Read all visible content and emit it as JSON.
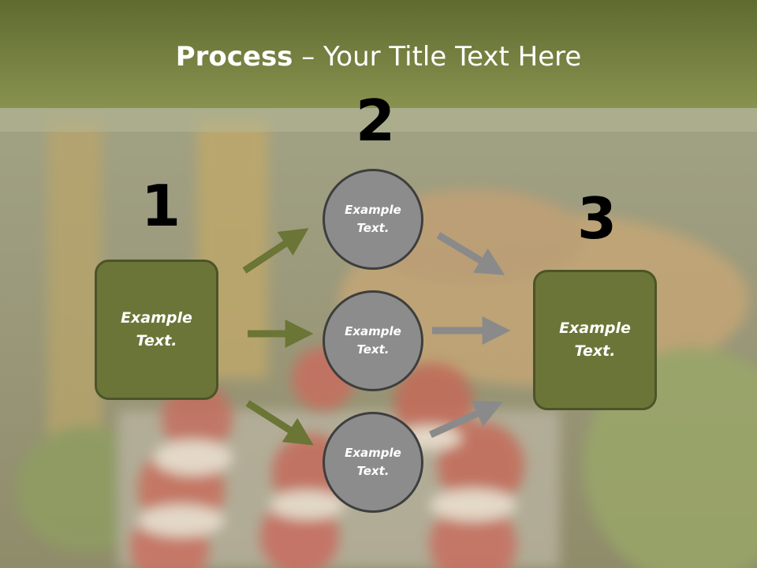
{
  "slide": {
    "title_bold": "Process",
    "title_rest": " – Your Title Text Here"
  },
  "steps": {
    "one": {
      "number": "1",
      "text": "Example\nText."
    },
    "two": {
      "number": "2",
      "circles": [
        {
          "text": "Example\nText."
        },
        {
          "text": "Example\nText."
        },
        {
          "text": "Example\nText."
        }
      ]
    },
    "three": {
      "number": "3",
      "text": "Example\nText."
    }
  },
  "colors": {
    "green_fill": "#6c7538",
    "green_arrow": "#6b7535",
    "gray_fill": "#8c8c8c",
    "gray_arrow": "#8a8a8a"
  },
  "icons": {
    "arrow": "arrow-icon"
  }
}
